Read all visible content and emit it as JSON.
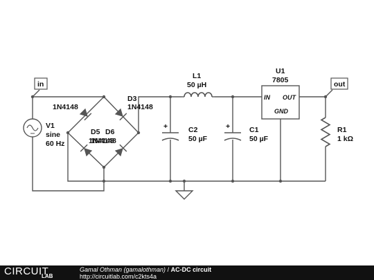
{
  "labels": {
    "in": "in",
    "out": "out",
    "v1_name": "V1",
    "v1_type": "sine",
    "v1_freq": "60 Hz",
    "d_left_part": "1N4148",
    "d3_name": "D3",
    "d3_part": "1N4148",
    "d5_name": "D5",
    "d6_name": "D6",
    "d56_part": "1N4148",
    "l1_name": "L1",
    "l1_value": "50 µH",
    "c2_name": "C2",
    "c2_value": "50 µF",
    "c1_name": "C1",
    "c1_value": "50 µF",
    "u1_name": "U1",
    "u1_part": "7805",
    "u1_in": "IN",
    "u1_out": "OUT",
    "u1_gnd": "GND",
    "r1_name": "R1",
    "r1_value": "1 kΩ",
    "plus": "+"
  },
  "footer": {
    "logo_word": "CIRCUIT",
    "logo_lab": "LAB",
    "author": "Gamal Othman (gamalothman)",
    "separator": " / ",
    "title": "AC-DC circuit",
    "url": "http://circuitlab.com/c2kts4a"
  }
}
